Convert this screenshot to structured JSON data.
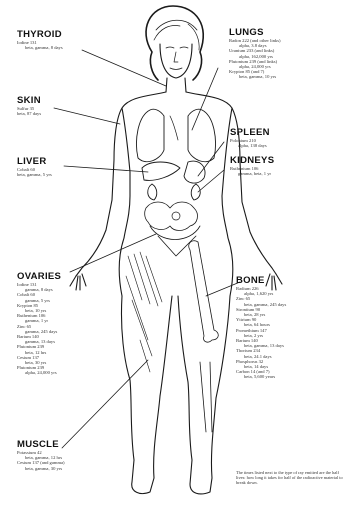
{
  "organs": {
    "thyroid": {
      "title": "THYROID",
      "lines": [
        "Iodine 131",
        "beta, gamma, 8 days"
      ]
    },
    "skin": {
      "title": "SKIN",
      "lines": [
        "Sulfur 35",
        "beta, 87 days"
      ]
    },
    "liver": {
      "title": "LIVER",
      "lines": [
        "Cobalt 60",
        "beta, gamma, 5 yrs"
      ]
    },
    "lungs": {
      "title": "LUNGS",
      "lines": [
        "Radon 222 (and other links)",
        "alpha, 3.8 days",
        "Uranium 233 (and links)",
        "alpha, 162,000 yrs",
        "Plutonium 239 (and links)",
        "alpha, 24,000 yrs",
        "Krypton 85 (and 7)",
        "beta, gamma, 10 yrs"
      ]
    },
    "spleen": {
      "title": "SPLEEN",
      "lines": [
        "Polonium 210",
        "alpha, 138 days"
      ]
    },
    "kidneys": {
      "title": "KIDNEYS",
      "lines": [
        "Ruthenium 106",
        "gamma, beta, 1 yr"
      ]
    },
    "ovaries": {
      "title": "OVARIES",
      "lines": [
        "Iodine 131",
        "gamma, 8 days",
        "Cobalt 60",
        "gamma, 5 yrs",
        "Krypton 85",
        "beta, 10 yrs",
        "Ruthenium 106",
        "gamma, 1 yr",
        "Zinc 65",
        "gamma, 245 days",
        "Barium 140",
        "gamma, 13 days",
        "Plutonium 239",
        "beta, 12 hrs",
        "Cesium 137",
        "beta, 30 yrs",
        "Plutonium 239",
        "alpha, 24,000 yrs"
      ]
    },
    "bone": {
      "title": "BONE",
      "lines": [
        "Radium 226",
        "alpha, 1,620 yrs",
        "Zinc 65",
        "beta, gamma, 245 days",
        "Strontium 90",
        "beta, 28 yrs",
        "Yttrium 90",
        "beta, 64 hours",
        "Promethium 147",
        "beta, 2 yrs",
        "Barium 140",
        "beta, gamma, 13 days",
        "Thorium 234",
        "beta, 24.1 days",
        "Phosphorus 32",
        "beta, 14 days",
        "Carbon 14 (and 7)",
        "beta, 5,600 years"
      ]
    },
    "muscle": {
      "title": "MUSCLE",
      "lines": [
        "Potassium 42",
        "beta, gamma, 12 hrs",
        "Cesium 137 (and gamma)",
        "beta, gamma, 30 yrs"
      ]
    }
  },
  "caption": "The times listed next to the type of ray emitted are the half lives: how long it takes for half of the radioactive material to break down."
}
